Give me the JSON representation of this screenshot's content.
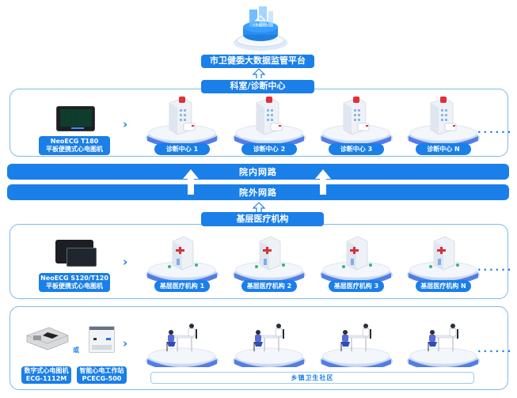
{
  "top": {
    "platform_icon_label": "大数据平台",
    "platform_title": "市卫健委大数据监管平台",
    "dept_title": "科室/诊断中心"
  },
  "section1": {
    "device_name": "NeoECG T180",
    "device_desc": "平板便携式心电图机",
    "nodes": [
      "诊断中心 1",
      "诊断中心 2",
      "诊断中心 3",
      "诊断中心 N"
    ],
    "more": "......"
  },
  "network": {
    "inner": "院内网路",
    "outer": "院外网路"
  },
  "section2": {
    "header": "基层医疗机构",
    "device_name": "NeoECG S120/T120",
    "device_desc": "平板便携式心电图机",
    "nodes": [
      "基层医疗机构 1",
      "基层医疗机构 2",
      "基层医疗机构 3",
      "基层医疗机构 N"
    ],
    "more": "......"
  },
  "section3": {
    "device1_name": "数字式心电图机",
    "device1_model": "ECG-1112M",
    "or_label": "或",
    "device2_name": "智能心电工作站",
    "device2_model": "PCECG-500",
    "community_label": "乡镇卫生社区",
    "more": "......"
  },
  "colors": {
    "primary": "#1a7fe8",
    "panel_border": "#7fbbe8"
  }
}
